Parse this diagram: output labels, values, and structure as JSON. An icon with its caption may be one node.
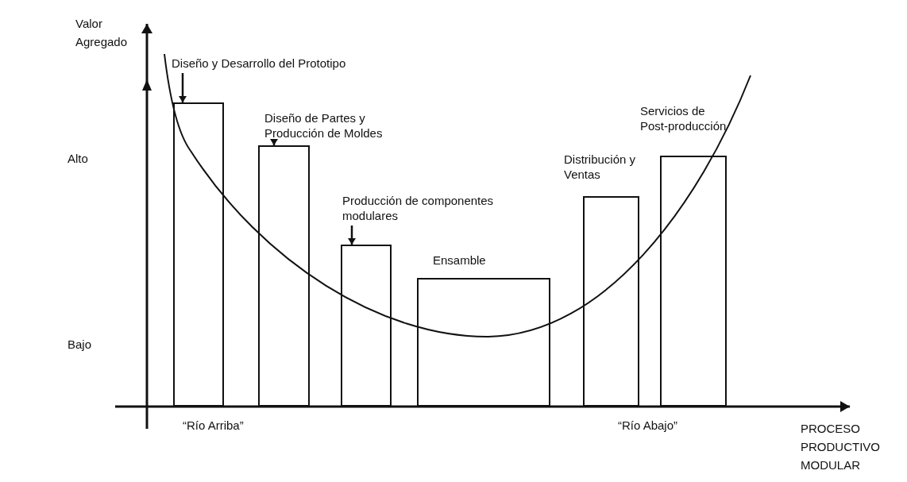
{
  "diagram": {
    "nodes": [
      {
        "text": [
          "Diseño y Desarrollo del Prototipo"
        ]
      },
      {
        "text": [],
        "shape": "bar"
      },
      {
        "text": [
          "Diseño de Partes y Producción de Moldes"
        ]
      },
      {
        "text": [],
        "shape": "bar"
      },
      {
        "text": [
          "Producción de componentes modulares"
        ]
      },
      {
        "text": [],
        "shape": "bar"
      },
      {
        "text": [],
        "shape": "bar",
        "beside": [
          "Ensamble"
        ]
      },
      {
        "text": [],
        "shape": "bar",
        "beside": [
          "Distribución y Ventas"
        ]
      },
      {
        "text": [],
        "shape": "bar",
        "beside": [
          "Servicios de Post-producción"
        ]
      }
    ],
    "edges": [
      {
        "from": 0,
        "to": 1,
        "arrow": "to"
      },
      {
        "from": 2,
        "to": 3,
        "arrow": "to"
      },
      {
        "from": 4,
        "to": 5,
        "arrow": "to"
      }
    ],
    "labels": [
      "Valor Agregado",
      "Alto",
      "Bajo",
      "“Río Arriba”",
      "“Río Abajo”",
      "PROCESO PRODUCTIVO MODULAR"
    ]
  }
}
